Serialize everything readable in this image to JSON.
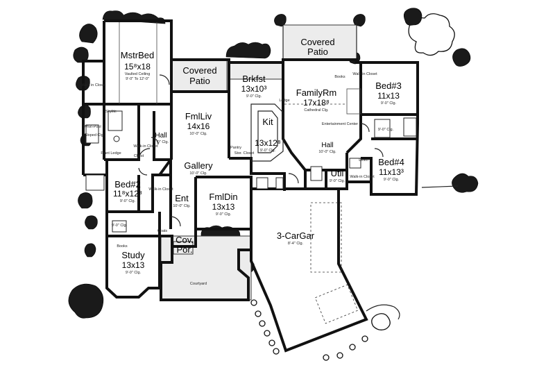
{
  "rooms": {
    "master_bed": {
      "name": "MstrBed",
      "size": "15⁸x18",
      "note1": "Vaulted Ceiling",
      "note2": "9'-0\" To 12'-0\""
    },
    "covered_patio_left": {
      "line1": "Covered",
      "line2": "Patio"
    },
    "covered_patio_right": {
      "line1": "Covered",
      "line2": "Patio"
    },
    "brkfst": {
      "name": "Brkfst",
      "size": "13x10³",
      "clg": "9'-0\" Clg."
    },
    "family_rm": {
      "name": "FamilyRm",
      "size": "17x18⁸",
      "clg": "Cathedral Clg."
    },
    "bed3": {
      "name": "Bed#3",
      "size": "11x13",
      "clg": "9'-0\" Clg."
    },
    "fml_liv": {
      "name": "FmlLiv",
      "size": "14x16",
      "clg": "10'-0\" Clg."
    },
    "kit": {
      "name": "Kit",
      "size": "13x12⁸",
      "clg": "9'-0\" Clg."
    },
    "hall_left": {
      "name": "Hall",
      "clg": "9'-0\" Clg."
    },
    "hall_right": {
      "name": "Hall",
      "clg": "10'-0\" Clg."
    },
    "gallery": {
      "name": "Gallery",
      "clg": "10'-0\" Clg."
    },
    "bed2": {
      "name": "Bed#2",
      "size": "11⁸x12⁸",
      "clg": "9'-0\" Clg."
    },
    "ent": {
      "name": "Ent",
      "clg": "10'-0\" Clg."
    },
    "fml_din": {
      "name": "FmlDin",
      "size": "13x13",
      "clg": "9'-0\" Clg."
    },
    "util": {
      "name": "Util",
      "clg": "9'-0\" Clg."
    },
    "bed4": {
      "name": "Bed#4",
      "size": "11x13³",
      "clg": "9'-0\" Clg."
    },
    "garage": {
      "name": "3-CarGar",
      "clg": "8'-4\" Clg."
    },
    "cov_por": {
      "line1": "Cov.",
      "line2": "Por."
    },
    "study": {
      "name": "Study",
      "size": "13x13",
      "clg": "9'-0\" Clg."
    }
  },
  "labels": {
    "walk_in_closet": "Walk in Closet",
    "walk_in_closet2": "Walk-in Closet",
    "whirlpool": "Whirl-Pool",
    "skylite": "Skylite",
    "sloped_clg": "Sloped Clg.",
    "plant_ledge": "Plant Ledge",
    "chest": "Chest",
    "books": "Books",
    "ledge": "Ledge",
    "entertainment": "Entertainment Center",
    "pantry": "Pantry",
    "stor_closet": "Stor. Closet",
    "coats": "Coats",
    "linen": "Linen",
    "courtyard": "Courtyard",
    "clg_9": "9'-0\" Clg."
  }
}
